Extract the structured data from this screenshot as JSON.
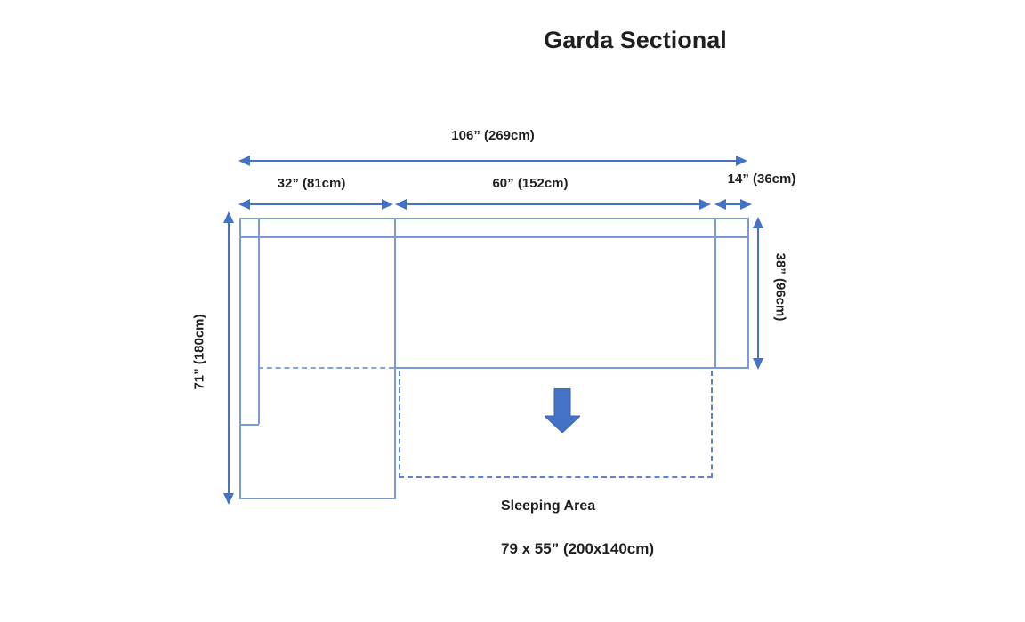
{
  "labels": {
    "title": "Garda Sectional",
    "overall_width": "106” (269cm)",
    "chaise_width": "32” (81cm)",
    "seat_width": "60” (152cm)",
    "armrest_width": "14” (36cm)",
    "overall_depth": "71” (180cm)",
    "right_depth": "38” (96cm)",
    "sleeping_area_title": "Sleeping Area",
    "sleeping_area_size": "79 x 55” (200x140cm)"
  },
  "colors": {
    "dimension_arrow": "#4472C4",
    "sofa_outline": "#7E9AD6",
    "dashed_line": "#5B83CE",
    "fine_dash": "#85A3DC",
    "block_arrow_fill": "#4472C4",
    "block_arrow_stroke": "#3B63AC",
    "text": "#1F1F1F"
  }
}
